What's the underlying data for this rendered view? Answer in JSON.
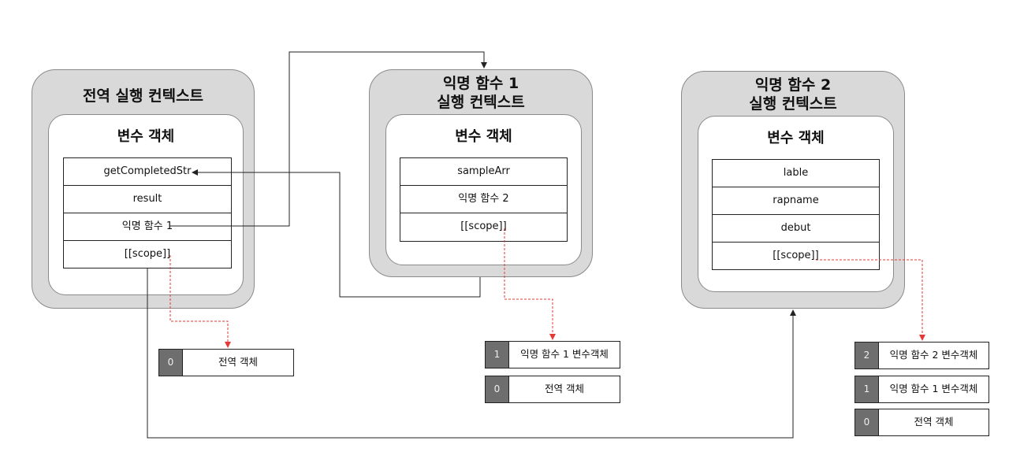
{
  "contexts": [
    {
      "title": "전역 실행 컨텍스트",
      "variable_object_title": "변수 객체",
      "rows": [
        "getCompletedStr",
        "result",
        "익명 함수 1",
        "[[scope]]"
      ]
    },
    {
      "title": "익명 함수 1\n실행 컨텍스트",
      "variable_object_title": "변수 객체",
      "rows": [
        "sampleArr",
        "익명 함수 2",
        "[[scope]]"
      ]
    },
    {
      "title": "익명 함수 2\n실행 컨텍스트",
      "variable_object_title": "변수 객체",
      "rows": [
        "lable",
        "rapname",
        "debut",
        "[[scope]]"
      ]
    }
  ],
  "scope_chains": [
    {
      "entries": [
        {
          "index": "0",
          "label": "전역 객체"
        }
      ]
    },
    {
      "entries": [
        {
          "index": "1",
          "label": "익명 함수 1 변수객체"
        },
        {
          "index": "0",
          "label": "전역 객체"
        }
      ]
    },
    {
      "entries": [
        {
          "index": "2",
          "label": "익명 함수 2 변수객체"
        },
        {
          "index": "1",
          "label": "익명 함수 1 변수객체"
        },
        {
          "index": "0",
          "label": "전역 객체"
        }
      ]
    }
  ],
  "colors": {
    "context_fill": "#d9d9d9",
    "border": "#8a8a8a",
    "solid_link": "#222222",
    "scope_link": "#e53935",
    "index_fill": "#6e6e6e"
  }
}
